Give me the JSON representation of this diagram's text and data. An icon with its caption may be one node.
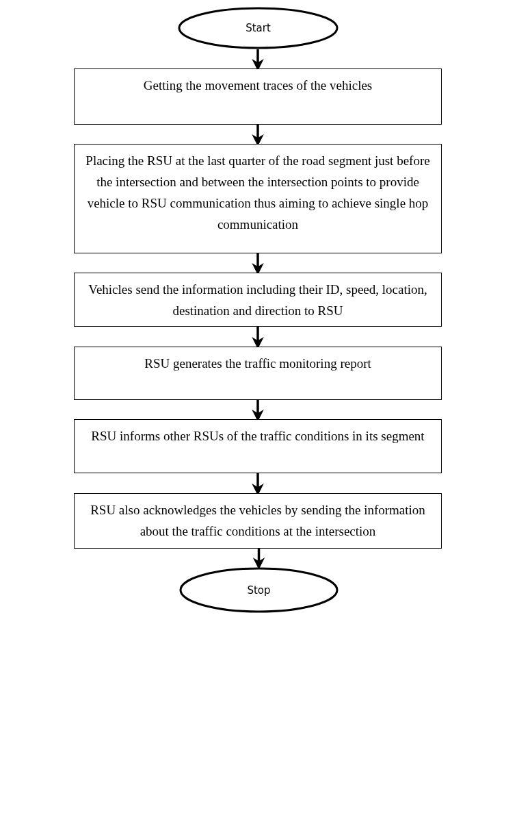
{
  "diagram": {
    "nodes": [
      {
        "text": [
          "Start"
        ]
      },
      {
        "text": [
          "Getting the movement traces of the vehicles"
        ]
      },
      {
        "text": [
          "Placing the RSU at the last quarter of the road segment just before the intersection and between the intersection points to provide vehicle to RSU communication thus aiming to achieve single hop communication"
        ]
      },
      {
        "text": [
          "Vehicles send the information including their ID, speed, location, destination and direction to RSU"
        ]
      },
      {
        "text": [
          "RSU generates the traffic monitoring report"
        ]
      },
      {
        "text": [
          "RSU informs other RSUs of the traffic conditions in its segment"
        ]
      },
      {
        "text": [
          "RSU also acknowledges the vehicles by sending the information about the traffic conditions at the intersection"
        ]
      },
      {
        "text": [
          "Stop"
        ]
      }
    ],
    "edges": [
      {
        "from": 0,
        "to": 1,
        "arrow": "to"
      },
      {
        "from": 1,
        "to": 2,
        "arrow": "to"
      },
      {
        "from": 2,
        "to": 3,
        "arrow": "to"
      },
      {
        "from": 3,
        "to": 4,
        "arrow": "to"
      },
      {
        "from": 4,
        "to": 5,
        "arrow": "to"
      },
      {
        "from": 5,
        "to": 6,
        "arrow": "to"
      },
      {
        "from": 6,
        "to": 7,
        "arrow": "to"
      }
    ]
  }
}
